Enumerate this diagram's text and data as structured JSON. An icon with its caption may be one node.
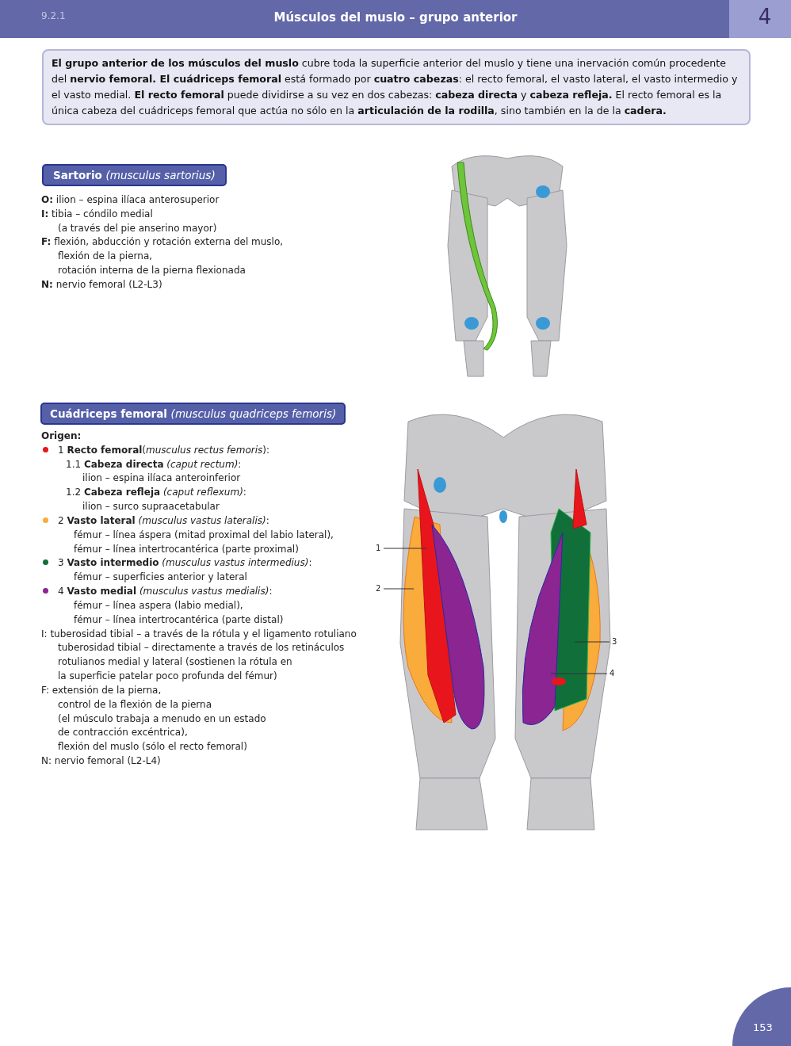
{
  "diagram": {
    "title": "Músculos del muslo – grupo anterior",
    "nodes": [
      {
        "text": [
          "**El grupo anterior de los músculos del muslo** cubre toda la superficie anterior del muslo y tiene una inervación común procedente del **nervio femoral. El cuádriceps femoral** está formado por **cuatro cabezas**: el recto femoral, el vasto lateral, el vasto intermedio y el vasto medial. **El recto femoral** puede dividirse a su vez en dos cabezas: **cabeza directa** y **cabeza refleja.** El recto femoral es la única cabeza del cuádriceps femoral que actúa no sólo en la **articulación de la rodilla**, sino también en la de la **cadera.**"
        ]
      },
      {
        "text": [
          "Sartorio *(musculus sartorius)*"
        ]
      },
      {
        "text": [
          "Cuádriceps femoral *(musculus quadriceps femoris)*"
        ]
      },
      {
        "text": [
          "1"
        ]
      },
      {
        "text": [
          "2"
        ]
      },
      {
        "text": [
          "3"
        ]
      },
      {
        "text": [
          "4"
        ]
      }
    ],
    "edges": [
      {
        "from": 3,
        "to": null,
        "arrow": "none"
      },
      {
        "from": 4,
        "to": null,
        "arrow": "none"
      },
      {
        "from": 5,
        "to": null,
        "arrow": "none"
      },
      {
        "from": 6,
        "to": null,
        "arrow": "none"
      }
    ],
    "labels": [
      "9.2.1",
      "4",
      "**O:** ilion – espina ilíaca anterosuperior",
      "**I:** tibia – cóndilo medial",
      "(a través del pie anserino mayor)",
      "**F:** flexión, abducción y rotación externa del muslo,",
      "flexión de la pierna,",
      "rotación interna de la pierna flexionada",
      "**N:** nervio femoral (L2-L3)",
      "Origen:",
      "1 **Recto femoral**(*musculus rectus femoris*):",
      "1.1 **Cabeza directa** *(caput rectum)*:",
      "ilion – espina ilíaca anteroinferior",
      "1.2 **Cabeza refleja** *(caput reflexum)*:",
      "ilion – surco supraacetabular",
      "2 **Vasto lateral** *(musculus vastus lateralis)*:",
      "fémur – línea áspera (mitad proximal del labio lateral),",
      "fémur – línea intertrocantérica (parte proximal)",
      "3 **Vasto intermedio** *(musculus vastus intermedius)*:",
      "fémur – superficies anterior y lateral",
      "4 **Vasto medial** *(musculus vastus medialis)*:",
      "fémur – línea aspera (labio medial),",
      "fémur – línea intertrocantérica (parte distal)",
      "I: tuberosidad tibial – a través de la rótula y el ligamento rotuliano",
      "tuberosidad tibial – directamente a través de los retináculos",
      "rotulianos medial y lateral (sostienen la rótula en",
      "la superficie patelar poco profunda del fémur)",
      "F: extensión de la pierna,",
      "control de la flexión de la pierna",
      "(el músculo trabaja a menudo en un estado",
      "de contracción excéntrica),",
      "flexión del muslo (sólo el recto femoral)",
      "N: nervio femoral (L2-L4)",
      "153"
    ]
  }
}
